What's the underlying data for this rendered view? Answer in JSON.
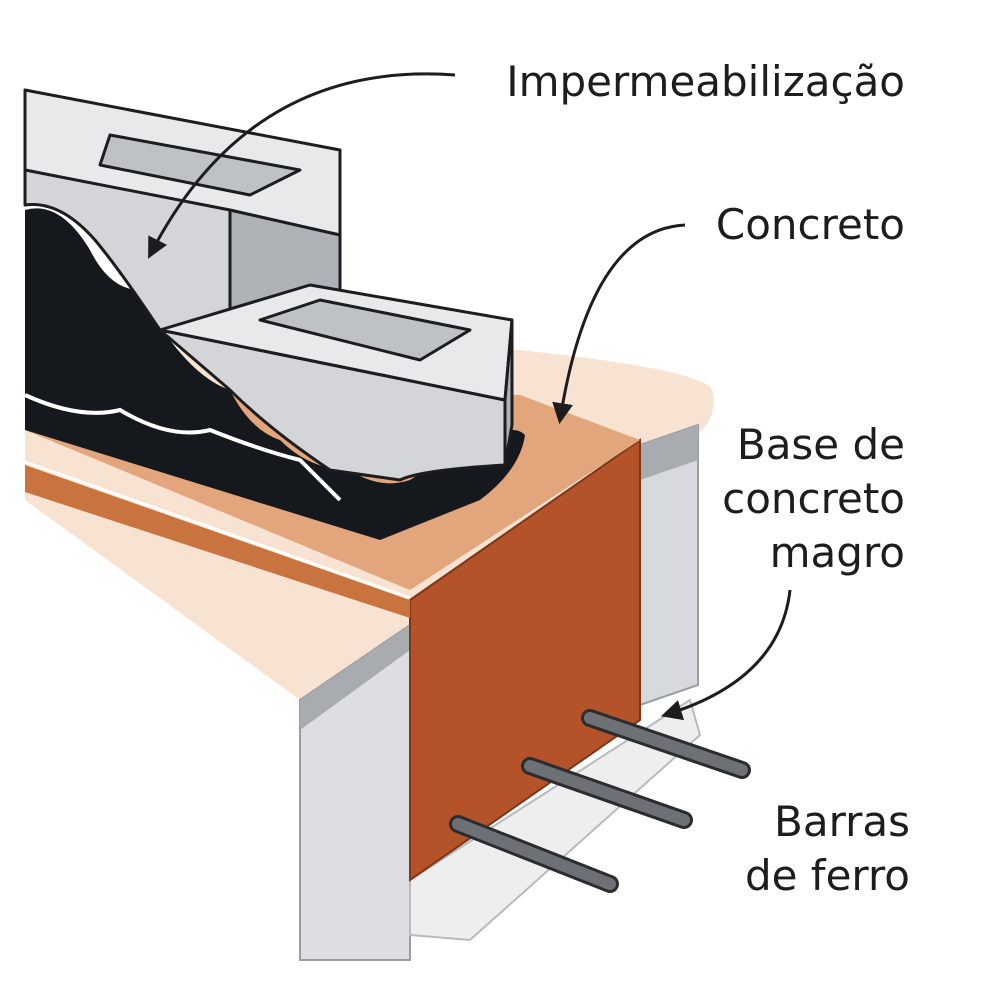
{
  "labels": {
    "waterproofing": "Impermeabilização",
    "concrete": "Concreto",
    "lean_concrete_line1": "Base de",
    "lean_concrete_line2": "concreto",
    "lean_concrete_line3": "magro",
    "rebar_line1": "Barras",
    "rebar_line2": "de ferro"
  },
  "colors": {
    "peach": "#f8e3d2",
    "concrete_top": "#e2a57c",
    "concrete_edge": "#c9733f",
    "concrete_face": "#b4532a",
    "foundation_gray": "#d7d9dc",
    "membrane": "#15181c",
    "block": "#d3d5d8",
    "rebar": "#6d7074"
  }
}
